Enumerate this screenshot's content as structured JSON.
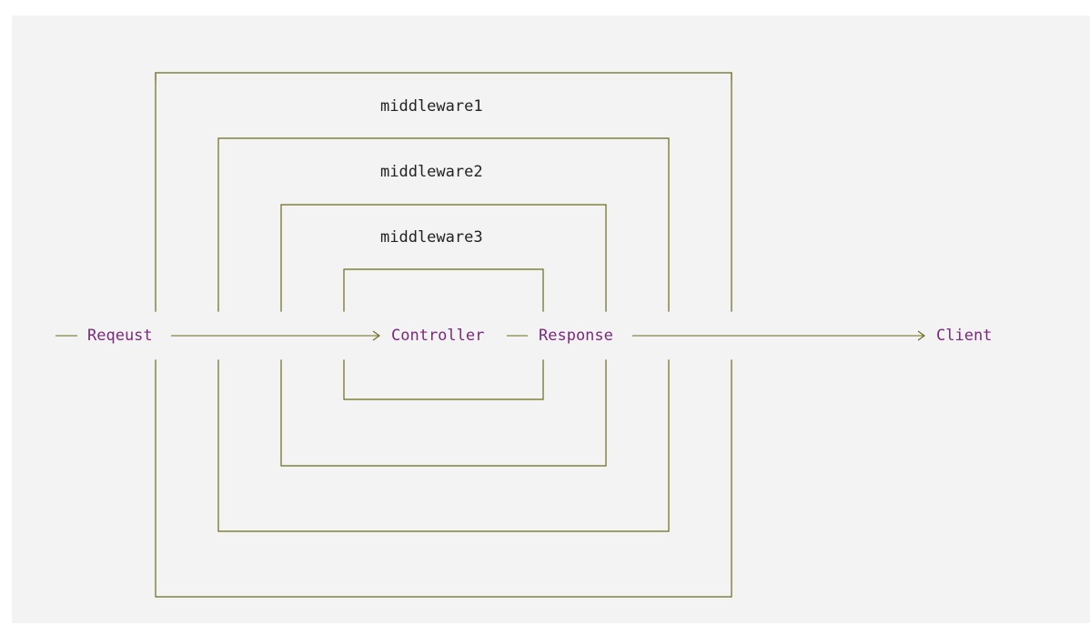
{
  "diagram": {
    "layers": [
      {
        "label": "middleware1"
      },
      {
        "label": "middleware2"
      },
      {
        "label": "middleware3"
      }
    ],
    "flow": {
      "request": "Reqeust",
      "controller": "Controller",
      "response": "Response",
      "client": "Client"
    }
  },
  "colors": {
    "panel_background": "#f2f3f2",
    "frame_lines": "#6b6a1c",
    "flow_text": "#7a2a7a",
    "layer_text": "#222222"
  }
}
